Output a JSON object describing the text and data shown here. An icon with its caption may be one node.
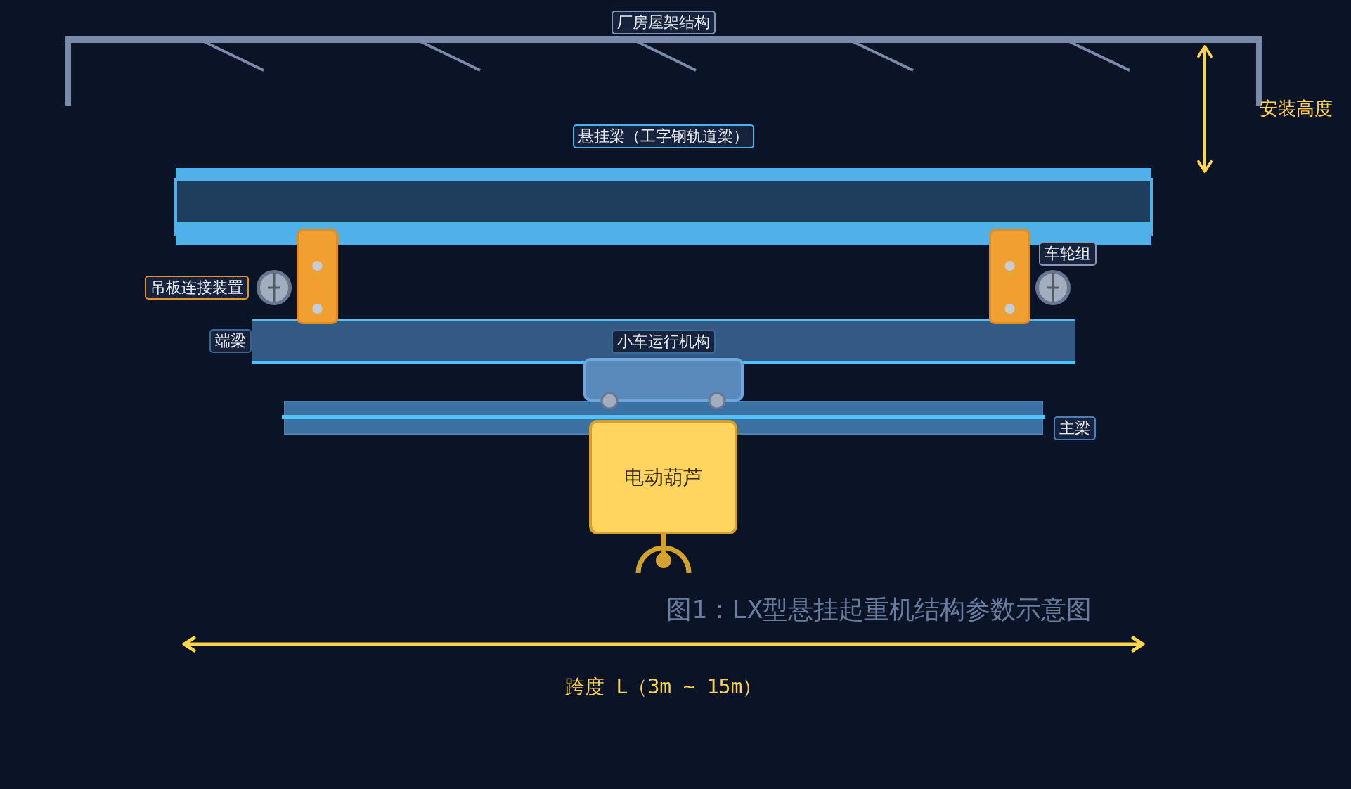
{
  "diagram": {
    "caption": "图1：LX型悬挂起重机结构参数示意图",
    "nodes": [
      {
        "text": [
          "电动葫芦"
        ]
      }
    ],
    "labels": [
      "厂房屋架结构",
      "安装高度",
      "悬挂梁（工字钢轨道梁）",
      "车轮组",
      "吊板连接装置",
      "端梁",
      "小车运行机构",
      "主梁",
      "跨度 L（3m ~ 15m）"
    ]
  }
}
